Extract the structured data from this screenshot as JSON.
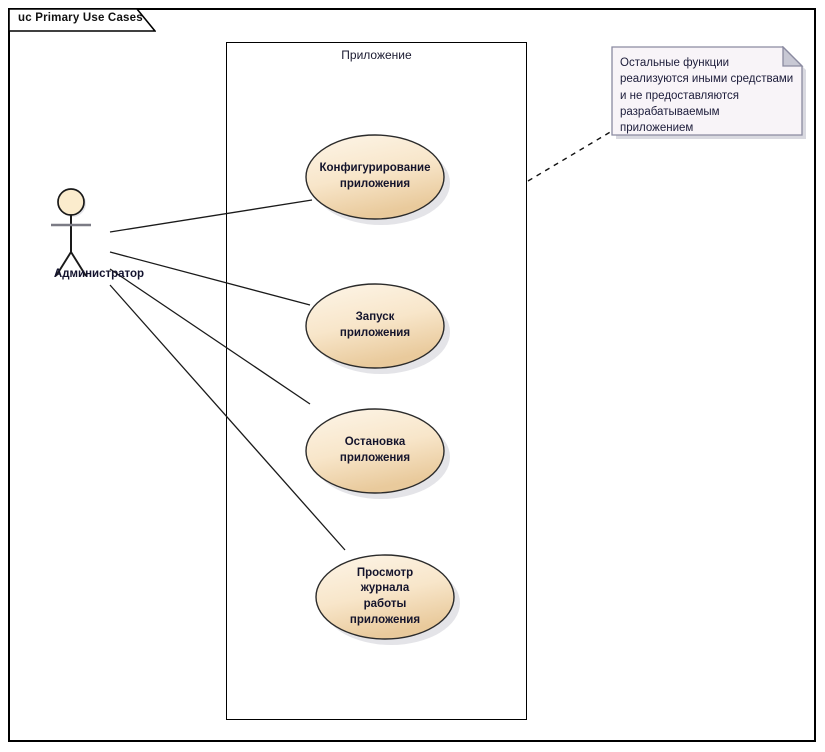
{
  "diagram": {
    "title_tab": "uc Primary Use Cases",
    "kind": "uml-use-case-diagram",
    "colors": {
      "frame_border": "#000000",
      "boundary_border": "#000000",
      "usecase_fill_light": "#fdf3e3",
      "usecase_fill_dark": "#eccfa4",
      "usecase_stroke": "#2b2b2b",
      "actor_head_fill": "#fbeccd",
      "actor_stroke": "#1a1a1a",
      "note_fill": "#f8f4f8",
      "note_border": "#8a8aa0",
      "note_fold": "#c8c8d4",
      "text": "#14142c",
      "connector": "#1a1a1a"
    }
  },
  "boundary": {
    "label": "Приложение"
  },
  "actor": {
    "name": "Администратор",
    "icon": "stick-figure-actor-icon"
  },
  "usecases": [
    {
      "id": "uc-configure",
      "label": "Конфигурирование приложения",
      "line1": "Конфигурирование",
      "line2": "приложения"
    },
    {
      "id": "uc-start",
      "label": "Запуск приложения",
      "line1": "Запуск приложения",
      "line2": ""
    },
    {
      "id": "uc-stop",
      "label": "Остановка приложения",
      "line1": "Остановка",
      "line2": "приложения"
    },
    {
      "id": "uc-view-log",
      "label": "Просмотр журнала работы приложения",
      "line1": "Просмотр журнала",
      "line2": "работы приложения"
    }
  ],
  "note": {
    "text": "Остальные функции реализуются иными средствами и не предоставляются разрабатываемым приложением",
    "connector_style": "dashed"
  },
  "associations": [
    {
      "from": "Администратор",
      "to": "Конфигурирование приложения"
    },
    {
      "from": "Администратор",
      "to": "Запуск приложения"
    },
    {
      "from": "Администратор",
      "to": "Остановка приложения"
    },
    {
      "from": "Администратор",
      "to": "Просмотр журнала работы приложения"
    }
  ]
}
